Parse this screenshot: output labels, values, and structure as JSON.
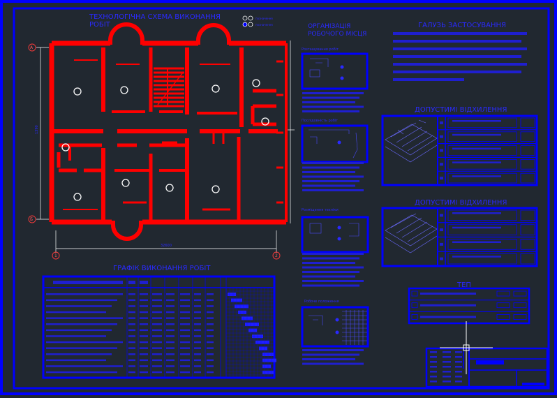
{
  "colors": {
    "background": "#212830",
    "frame": "#0000ff",
    "walls": "#ff0000",
    "text": "#2a2aff",
    "fill": "#0000ff",
    "cursor": "#ffffff"
  },
  "plan": {
    "title_line1": "ТЕХНОЛОГІЧНА СХЕМА ВИКОНАННЯ",
    "title_line2": "РОБІТ",
    "axis_a": "А",
    "axis_b": "Б",
    "axis_1": "1",
    "axis_2": "2",
    "dim_vertical": "1390",
    "dim_horizontal": "32600",
    "legend": [
      {
        "label": "позначення"
      },
      {
        "label": "позначення"
      }
    ]
  },
  "organization": {
    "title_line1": "ОРГАНІЗАЦІЯ",
    "title_line2": "РОБОЧОГО МІСЦЯ",
    "cards": [
      {
        "caption": "Розташування робіт"
      },
      {
        "caption": "Послідовність робіт"
      },
      {
        "caption": "Розміщення техніки"
      },
      {
        "caption": "Робоче положення"
      }
    ]
  },
  "application": {
    "title": "ГАЛУЗЬ ЗАСТОСУВАННЯ"
  },
  "deviations": [
    {
      "title": "ДОПУСТИМІ ВІДХИЛЕННЯ"
    },
    {
      "title": "ДОПУСТИМІ ВІДХИЛЕННЯ"
    }
  ],
  "tep": {
    "title": "ТЕП"
  },
  "schedule": {
    "title": "ГРАФІК ВИКОНАННЯ РОБІТ"
  }
}
